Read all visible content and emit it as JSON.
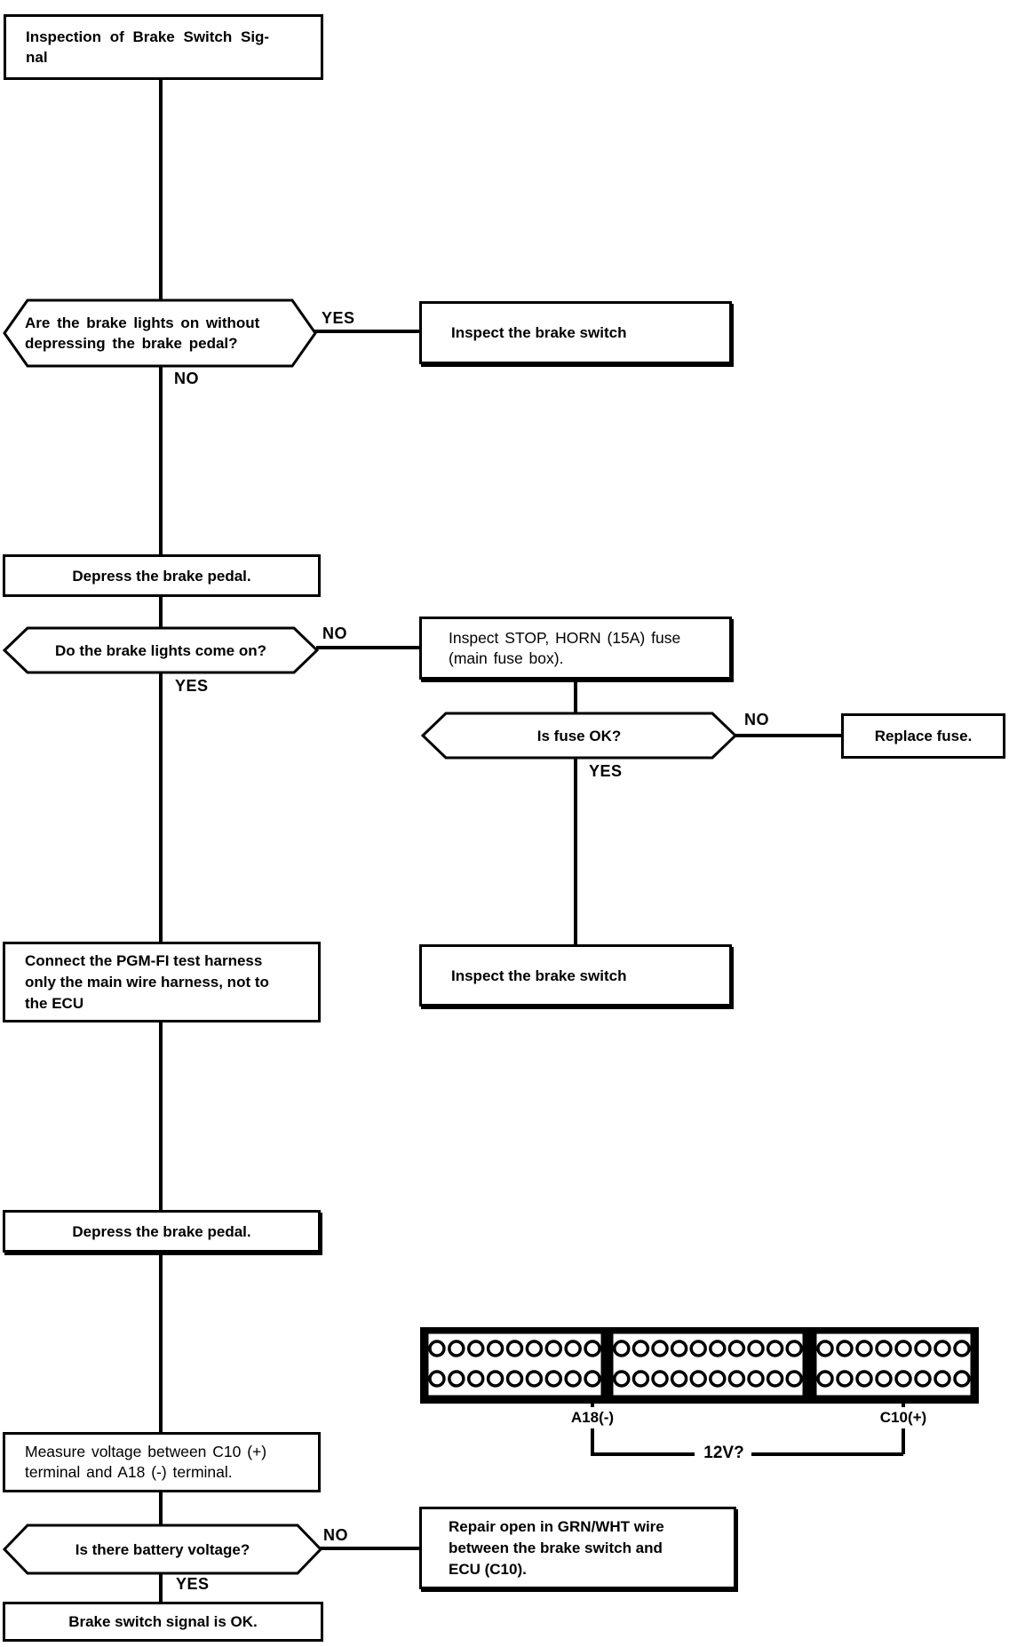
{
  "colors": {
    "ink": "#000000",
    "paper": "#ffffff"
  },
  "nodes": {
    "title": {
      "text": "Inspection of Brake Switch Sig-\nnal"
    },
    "q_lights_on": {
      "text": "Are the brake lights on without\ndepressing the brake pedal?",
      "yes": "YES",
      "no": "NO"
    },
    "inspect_switch_1": {
      "text": "Inspect the brake switch"
    },
    "depress_1": {
      "text": "Depress the brake pedal."
    },
    "q_lights_come_on": {
      "text": "Do the brake lights come on?",
      "yes": "YES",
      "no": "NO"
    },
    "inspect_fuse": {
      "text": "Inspect STOP, HORN (15A) fuse\n(main fuse box)."
    },
    "q_fuse_ok": {
      "text": "Is fuse OK?",
      "yes": "YES",
      "no": "NO"
    },
    "replace_fuse": {
      "text": "Replace fuse."
    },
    "connect_harness": {
      "text": "Connect the PGM-FI test harness\nonly the main wire harness, not to\nthe ECU"
    },
    "inspect_switch_2": {
      "text": "Inspect the brake switch"
    },
    "depress_2": {
      "text": "Depress the brake pedal."
    },
    "measure_voltage": {
      "text": "Measure voltage between C10 (+)\nterminal and A18 (-) terminal."
    },
    "q_battery_voltage": {
      "text": "Is there battery voltage?",
      "yes": "YES",
      "no": "NO"
    },
    "repair_open": {
      "text": "Repair open in GRN/WHT wire\nbetween the brake switch and\nECU (C10)."
    },
    "signal_ok": {
      "text": "Brake switch signal is OK."
    }
  },
  "connector": {
    "label_a18": "A18(-)",
    "label_c10": "C10(+)",
    "voltage_label": "12V?",
    "sections": [
      {
        "name": "A",
        "top_pins": 9,
        "bottom_pins": 9
      },
      {
        "name": "B",
        "top_pins": 10,
        "bottom_pins": 10
      },
      {
        "name": "C",
        "top_pins": 8,
        "bottom_pins": 8
      }
    ]
  }
}
